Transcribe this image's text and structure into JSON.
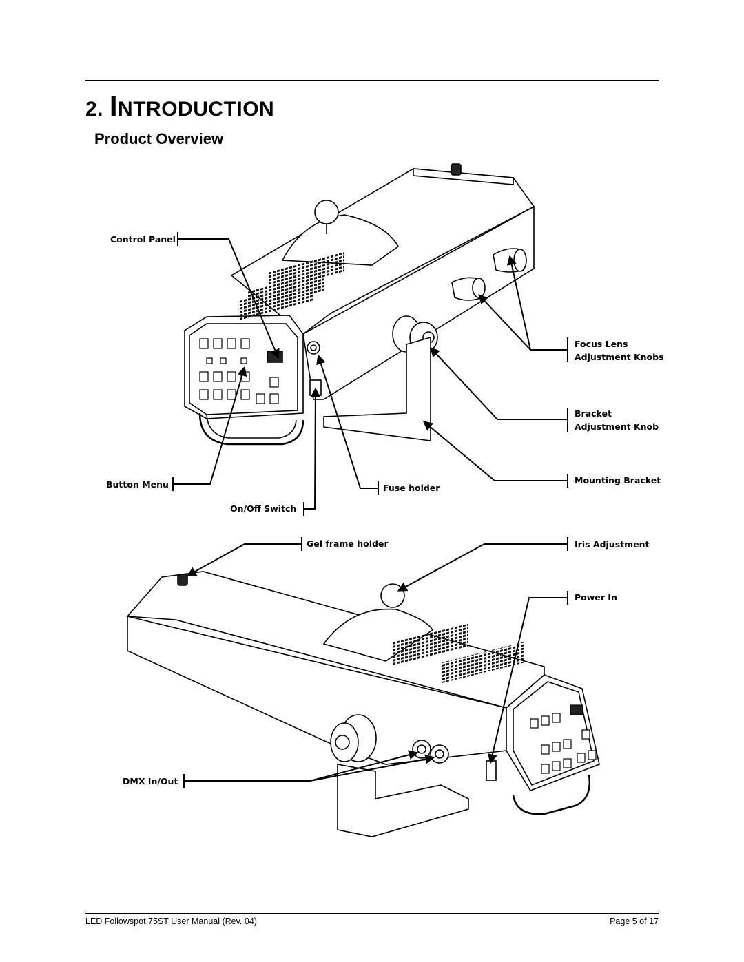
{
  "chapter": {
    "number": "2.",
    "first_letter": "I",
    "rest": "NTRODUCTION"
  },
  "section_title": "Product Overview",
  "callouts": {
    "control_panel": "Control Panel",
    "focus_lens_line1": "Focus Lens",
    "focus_lens_line2": "Adjustment Knobs",
    "bracket_line1": "Bracket",
    "bracket_line2": "Adjustment Knob",
    "button_menu": "Button Menu",
    "fuse_holder": "Fuse holder",
    "mounting_bracket": "Mounting Bracket",
    "on_off_switch": "On/Off Switch",
    "gel_frame_holder": "Gel frame holder",
    "iris_adjustment": "Iris Adjustment",
    "power_in": "Power In",
    "dmx_in_out": "DMX In/Out"
  },
  "footer": {
    "manual": "LED Followspot 75ST User Manual (Rev. 04)",
    "page": "Page 5 of 17"
  }
}
